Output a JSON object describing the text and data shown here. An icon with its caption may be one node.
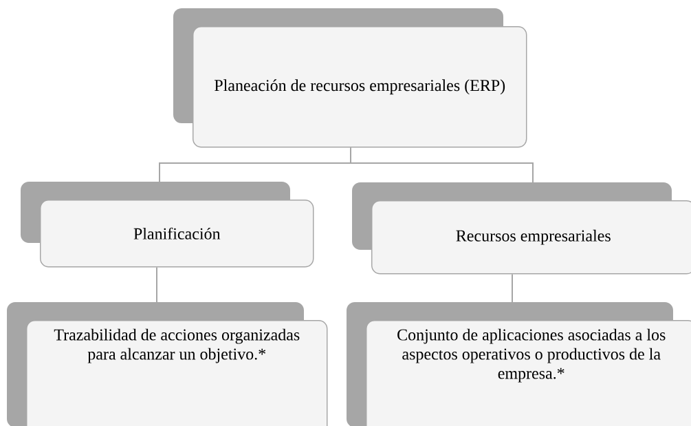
{
  "diagram": {
    "nodes": [
      {
        "text": [
          "Planeación de recursos empresariales (ERP)"
        ]
      },
      {
        "text": [
          "Planificación"
        ]
      },
      {
        "text": [
          "Recursos empresariales"
        ]
      },
      {
        "text": [
          "Trazabilidad de acciones organizadas para alcanzar un objetivo.*"
        ]
      },
      {
        "text": [
          "Conjunto de aplicaciones asociadas a los aspectos operativos o productivos de la empresa.*"
        ]
      }
    ],
    "edges": [
      {
        "from": 0,
        "to": 1,
        "arrow": "none"
      },
      {
        "from": 0,
        "to": 2,
        "arrow": "none"
      },
      {
        "from": 1,
        "to": 3,
        "arrow": "none"
      },
      {
        "from": 2,
        "to": 4,
        "arrow": "none"
      }
    ]
  }
}
